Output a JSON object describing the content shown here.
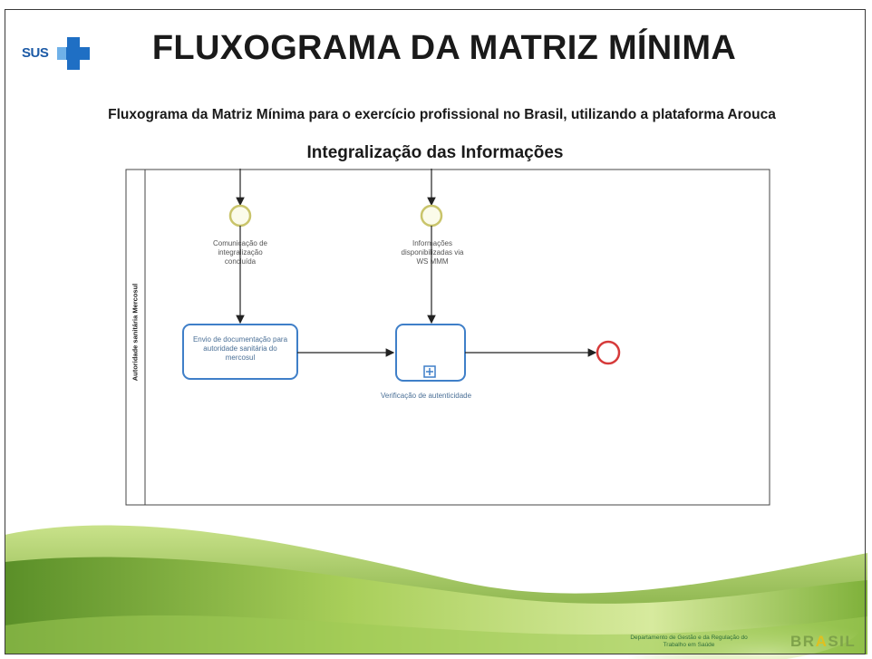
{
  "logo": {
    "text": "SUS"
  },
  "title": "FLUXOGRAMA DA MATRIZ MÍNIMA",
  "subtitle": "Fluxograma da Matriz Mínima para o exercício profissional no Brasil, utilizando a plataforma Arouca",
  "section_title": "Integralização das Informações",
  "diagram": {
    "pool_label": "Autoridade sanitária Mercosul",
    "start_event_1": "Comunicação de integralização concluída",
    "start_event_2": "Informações disponibilizadas via WS MMM",
    "task_1": "Envio de documentação para autoridade sanitária do mercosul",
    "subprocess_label": "Verificação de autenticidade"
  },
  "footer": {
    "department": "Departamento de Gestão e da Regulação do Trabalho em Saúde",
    "brand": "BRASIL"
  },
  "colors": {
    "task_stroke": "#3f7fc8",
    "start_event": "#c9c46a",
    "end_event": "#d63a3a",
    "green_swoosh": "#86b83a"
  }
}
